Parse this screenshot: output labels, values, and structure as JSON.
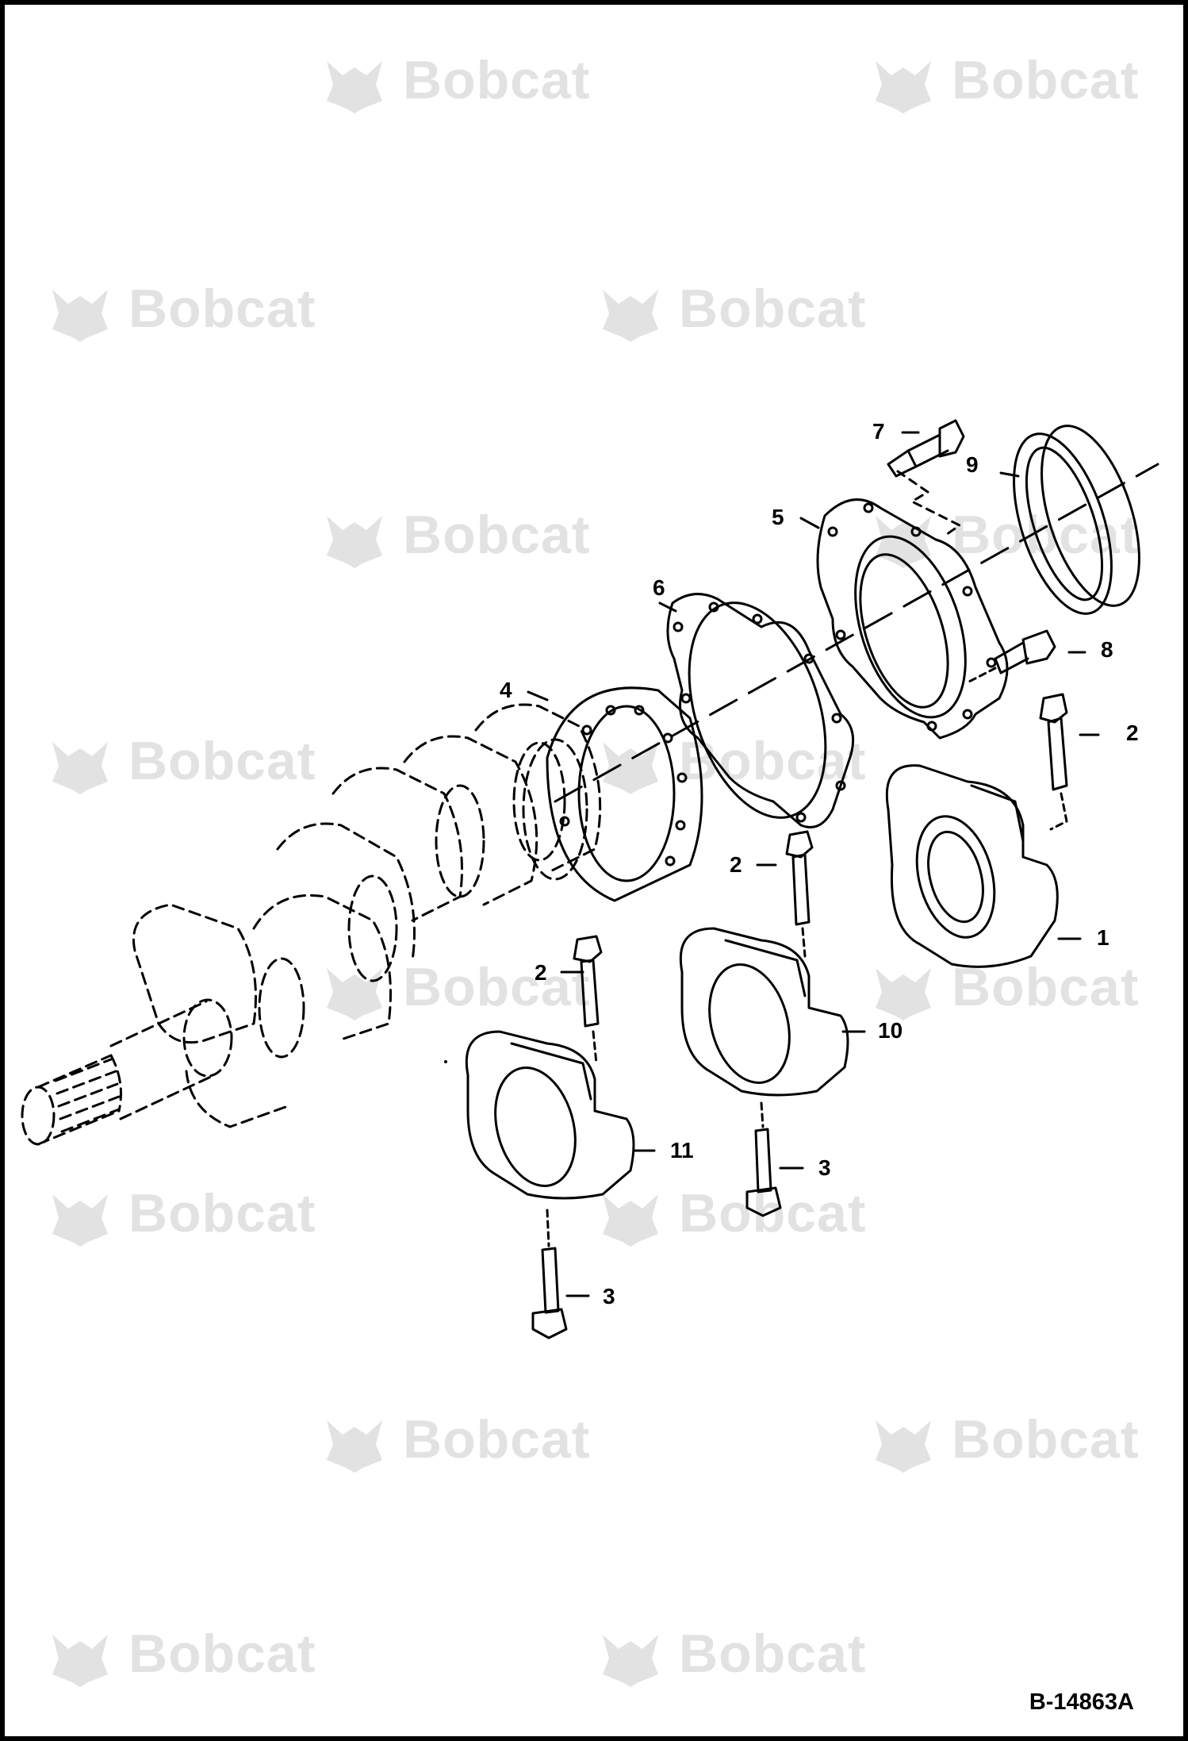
{
  "watermark": {
    "brand_text": "Bobcat",
    "color": "#e2e2e2"
  },
  "callouts": [
    {
      "id": "c7",
      "label": "7"
    },
    {
      "id": "c9",
      "label": "9"
    },
    {
      "id": "c5",
      "label": "5"
    },
    {
      "id": "c6",
      "label": "6"
    },
    {
      "id": "c8",
      "label": "8"
    },
    {
      "id": "c4",
      "label": "4"
    },
    {
      "id": "c2a",
      "label": "2"
    },
    {
      "id": "c2b",
      "label": "2"
    },
    {
      "id": "c1",
      "label": "1"
    },
    {
      "id": "c2c",
      "label": "2"
    },
    {
      "id": "c10",
      "label": "10"
    },
    {
      "id": "c11",
      "label": "11"
    },
    {
      "id": "c3a",
      "label": "3"
    },
    {
      "id": "c3b",
      "label": "3"
    }
  ],
  "figure_ref": "B-14863A"
}
